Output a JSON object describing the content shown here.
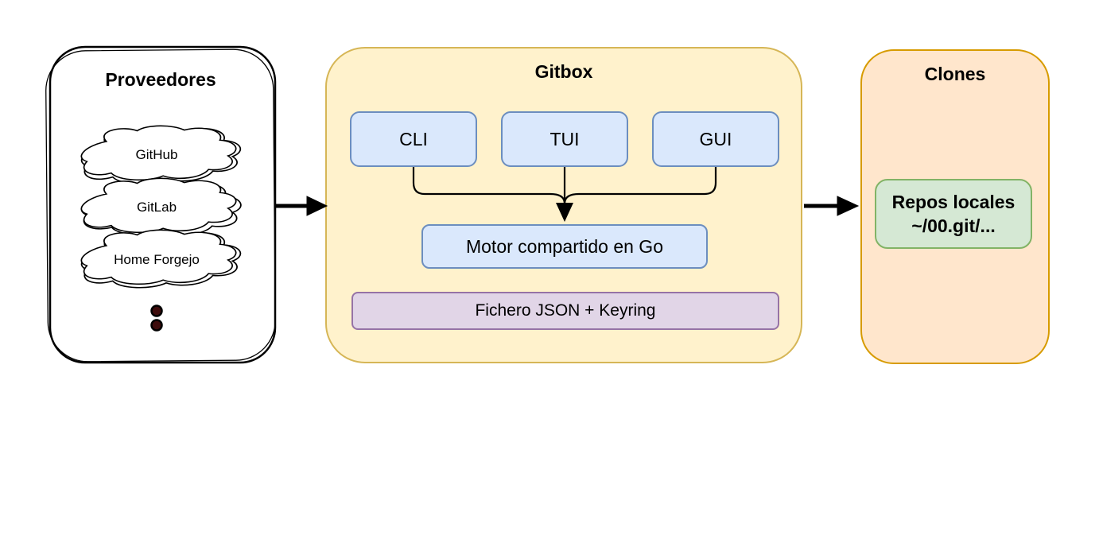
{
  "diagram": {
    "providers": {
      "title": "Proveedores",
      "clouds": [
        {
          "label": "GitHub"
        },
        {
          "label": "GitLab"
        },
        {
          "label": "Home Forgejo"
        }
      ],
      "ellipsis": "two vertical dots indicating more providers"
    },
    "gitbox": {
      "title": "Gitbox",
      "frontends": [
        {
          "label": "CLI"
        },
        {
          "label": "TUI"
        },
        {
          "label": "GUI"
        }
      ],
      "engine": {
        "label": "Motor compartido en Go"
      },
      "storage": {
        "label": "Fichero JSON + Keyring"
      }
    },
    "clones": {
      "title": "Clones",
      "repos": {
        "line1": "Repos locales",
        "line2": "~/00.git/..."
      }
    },
    "colors": {
      "gitbox_fill": "#FFF2CC",
      "gitbox_border": "#D6B656",
      "frontend_fill": "#DAE8FC",
      "frontend_border": "#6C8EBF",
      "storage_fill": "#E1D5E7",
      "storage_border": "#9673A6",
      "clones_fill": "#FFE6CC",
      "clones_border": "#D79B00",
      "repos_fill": "#D5E8D4",
      "repos_border": "#82B366",
      "connector": "#000000",
      "ellipsis_dot": "#3E0C0C"
    }
  }
}
